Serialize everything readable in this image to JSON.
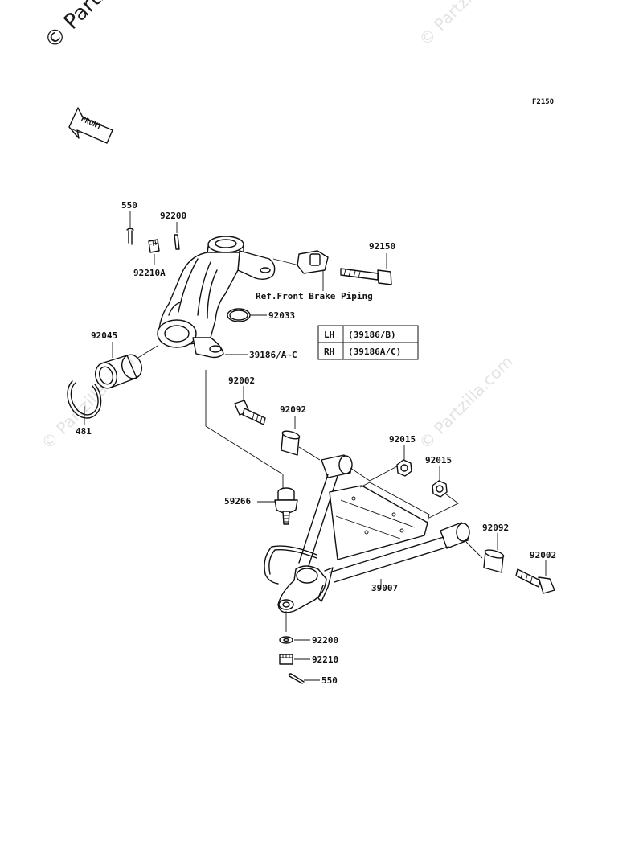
{
  "watermark": {
    "main": "© Partzilla.com",
    "faint": "© Partzilla.com"
  },
  "figure_code": "F2150",
  "front_arrow": "FRONT",
  "note": "Ref.Front Brake Piping",
  "callouts": {
    "p550_top": "550",
    "p92200_top": "92200",
    "p92210A": "92210A",
    "p92150": "92150",
    "p92033": "92033",
    "p92045": "92045",
    "p39186": "39186/A~C",
    "p481": "481",
    "p92002_left": "92002",
    "p92092_left": "92092",
    "p92015_a": "92015",
    "p92015_b": "92015",
    "p59266": "59266",
    "p92092_right": "92092",
    "p92002_right": "92002",
    "p39007": "39007",
    "p92200_bottom": "92200",
    "p92210": "92210",
    "p550_bottom": "550"
  },
  "side_table": {
    "rows": [
      {
        "side": "LH",
        "part": "(39186/B)"
      },
      {
        "side": "RH",
        "part": "(39186A/C)"
      }
    ]
  }
}
